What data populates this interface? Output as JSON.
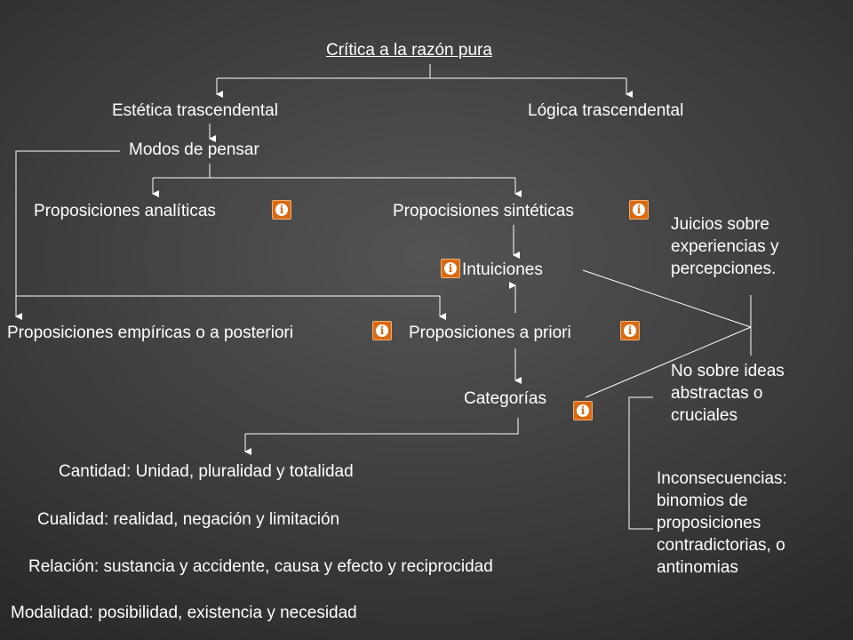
{
  "nodes": {
    "critica": "Crítica a la razón pura",
    "estetica": "Estética trascendental",
    "logica": "Lógica trascendental",
    "modos": "Modos de pensar",
    "analiticas": "Proposiciones analíticas",
    "sinteticas": "Propocisiones sintéticas",
    "intuiciones": "Intuiciones",
    "empiricas": "Proposiciones empíricas o a posteriori",
    "apriori": "Proposiciones a priori",
    "categorias": "Categorías"
  },
  "categories_list": {
    "cantidad": "Cantidad: Unidad, pluralidad y totalidad",
    "cualidad": "Cualidad: realidad, negación y limitación",
    "relacion": "Relación: sustancia y accidente, causa y efecto y  reciprocidad",
    "modalidad": "Modalidad: posibilidad, existencia y necesidad"
  },
  "notes": {
    "juicios": "Juicios sobre experiencias y percepciones.",
    "no_ideas": "No sobre ideas abstractas o cruciales",
    "inconsecuencias": "Inconsecuencias: binomios de proposiciones contradictorias, o antinomias"
  },
  "icons": {
    "info": "info-icon",
    "info_glyph": "i",
    "info_color": "#d96a12"
  },
  "colors": {
    "background": "#3c3c3c",
    "text": "#ffffff",
    "lines": "#ffffff"
  }
}
